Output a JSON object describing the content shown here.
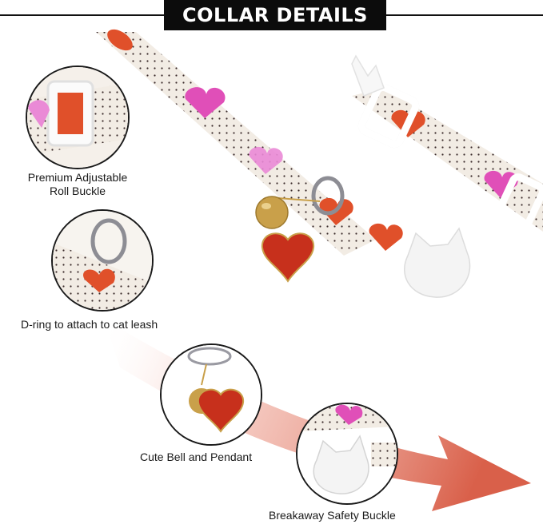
{
  "header": {
    "title": "COLLAR DETAILS"
  },
  "features": [
    {
      "label": "Premium Adjustable",
      "label2": "Roll Buckle"
    },
    {
      "label": "D-ring to attach to cat leash"
    },
    {
      "label": "Cute Bell and Pendant"
    },
    {
      "label": "Breakaway Safety Buckle"
    }
  ],
  "colors": {
    "collar_fabric": "#f2ece4",
    "heart_orange": "#e0502a",
    "heart_pink": "#e04fb8",
    "pendant_red": "#c7301c",
    "gold": "#c9a04a",
    "arrow": "#d9604a"
  }
}
